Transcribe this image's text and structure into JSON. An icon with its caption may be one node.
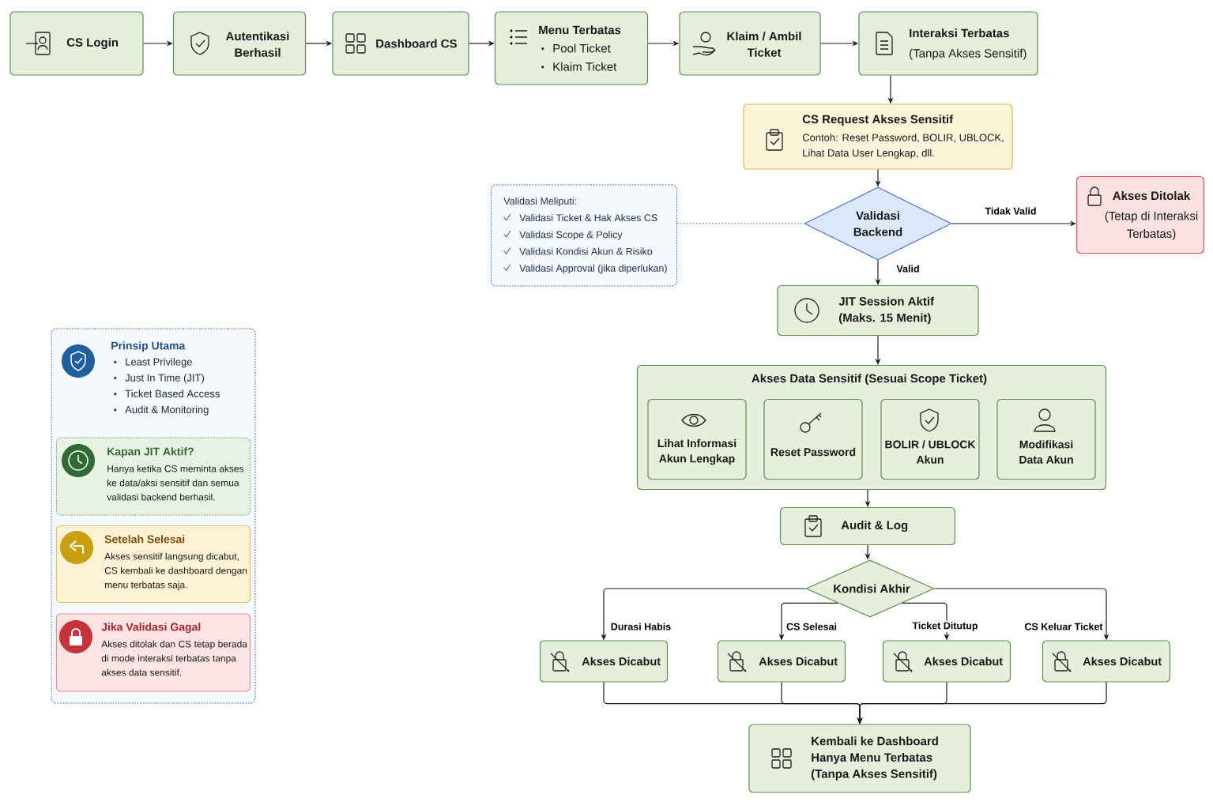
{
  "diagram": {
    "nodes": [
      {
        "text": [
          "CS Login"
        ]
      },
      {
        "text": [
          "Autentikasi Berhasil"
        ]
      },
      {
        "text": [
          "Dashboard CS"
        ]
      },
      {
        "text": [
          "Menu Terbatas",
          "Pool Ticket",
          "Klaim Ticket"
        ]
      },
      {
        "text": [
          "Klaim / Ambil Ticket"
        ]
      },
      {
        "text": [
          "Interaksi Terbatas",
          "(Tanpa Akses Sensitif)"
        ]
      },
      {
        "text": [
          "CS Request Akses Sensitif",
          "Contoh: Reset Password, BOLIR, UBLOCK, Lihat Data User Lengkap, dll."
        ]
      },
      {
        "text": [
          "Validasi Meliputi:",
          "Validasi Ticket & Hak Akses CS",
          "Validasi Scope & Policy",
          "Validasi Kondisi Akun & Risiko",
          "Validasi Approval (jika diperlukan)"
        ]
      },
      {
        "text": [
          "Validasi Backend"
        ]
      },
      {
        "text": [
          "Akses Ditolak",
          "(Tetap di Interaksi Terbatas)"
        ]
      },
      {
        "text": [
          "JIT Session Aktif (Maks. 15 Menit)"
        ]
      },
      {
        "text": [
          "Akses Data Sensitif (Sesuai Scope Ticket)"
        ]
      },
      {
        "text": [
          "Lihat Informasi Akun Lengkap"
        ],
        "in": 11
      },
      {
        "text": [
          "Reset Password"
        ],
        "in": 11
      },
      {
        "text": [
          "BOLIR / UBLOCK Akun"
        ],
        "in": 11
      },
      {
        "text": [
          "Modifikasi Data Akun"
        ],
        "in": 11
      },
      {
        "text": [
          "Audit & Log"
        ]
      },
      {
        "text": [
          "Kondisi Akhir"
        ]
      },
      {
        "text": [
          "Akses Dicabut"
        ]
      },
      {
        "text": [
          "Akses Dicabut"
        ]
      },
      {
        "text": [
          "Akses Dicabut"
        ]
      },
      {
        "text": [
          "Akses Dicabut"
        ]
      },
      {
        "text": [
          "Kembali ke Dashboard Hanya Menu Terbatas (Tanpa Akses Sensitif)"
        ]
      },
      {
        "text": [
          "Prinsip Utama",
          "Least Privilege",
          "Just In Time (JIT)",
          "Ticket Based Access",
          "Audit & Monitoring"
        ]
      },
      {
        "text": [
          "Kapan JIT Aktif?",
          "Hanya ketika CS meminta akses ke data/aksi sensitif dan semua validasi backend berhasil."
        ],
        "in": 23
      },
      {
        "text": [
          "Setelah Selesai",
          "Akses sensitif langsung dicabut, CS kembali ke dashboard dengan menu terbatas saja."
        ],
        "in": 23
      },
      {
        "text": [
          "Jika Validasi Gagal",
          "Akses ditolak dan CS tetap berada di mode interaksi terbatas tanpa akses data sensitif."
        ],
        "in": 23
      }
    ],
    "edges": [
      {
        "from": 0,
        "to": 1,
        "arrow": "to"
      },
      {
        "from": 1,
        "to": 2,
        "arrow": "to"
      },
      {
        "from": 2,
        "to": 3,
        "arrow": "to"
      },
      {
        "from": 3,
        "to": 4,
        "arrow": "to"
      },
      {
        "from": 4,
        "to": 5,
        "arrow": "to"
      },
      {
        "from": 5,
        "to": 6,
        "arrow": "to"
      },
      {
        "from": 6,
        "to": 8,
        "arrow": "to"
      },
      {
        "from": 7,
        "to": 8,
        "arrow": "none",
        "style": "dashed",
        "color": "#4a78c8"
      },
      {
        "from": 8,
        "to": 9,
        "arrow": "to",
        "label": "Tidak Valid"
      },
      {
        "from": 8,
        "to": 10,
        "arrow": "to",
        "label": "Valid"
      },
      {
        "from": 10,
        "to": 11,
        "arrow": "to"
      },
      {
        "from": 11,
        "to": 16,
        "arrow": "to"
      },
      {
        "from": 16,
        "to": 17,
        "arrow": "to"
      },
      {
        "from": 17,
        "to": 18,
        "arrow": "to",
        "label": "Durasi Habis"
      },
      {
        "from": 17,
        "to": 19,
        "arrow": "to",
        "label": "CS Selesai"
      },
      {
        "from": 17,
        "to": 20,
        "arrow": "to",
        "label": "Ticket Ditutup"
      },
      {
        "from": 17,
        "to": 21,
        "arrow": "to",
        "label": "CS Keluar Ticket"
      },
      {
        "from": 18,
        "to": 22,
        "arrow": "to"
      },
      {
        "from": 19,
        "to": 22,
        "arrow": "to"
      },
      {
        "from": 20,
        "to": 22,
        "arrow": "to"
      },
      {
        "from": 21,
        "to": 22,
        "arrow": "to"
      }
    ]
  }
}
